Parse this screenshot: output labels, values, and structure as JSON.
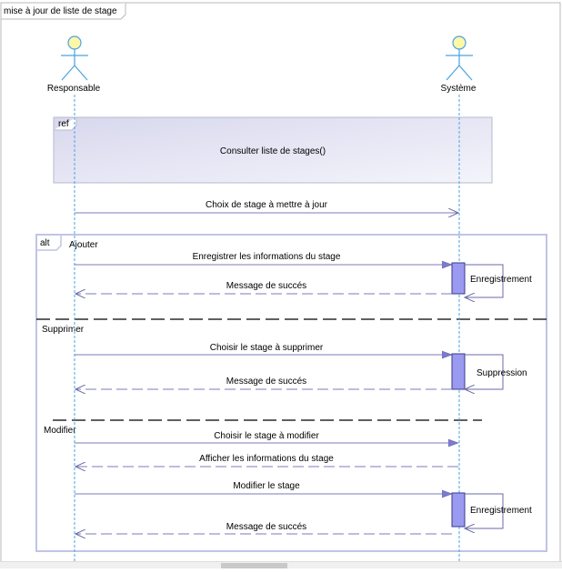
{
  "frame": {
    "title": "mise à jour de liste de stage"
  },
  "actors": {
    "left": "Responsable",
    "right": "Système"
  },
  "ref": {
    "tag": "ref",
    "text": "Consulter liste de stages()"
  },
  "pre_message": "Choix de stage à mettre à jour",
  "alt": {
    "tag": "alt",
    "ajouter": {
      "guard": "Ajouter",
      "call": "Enregistrer les informations du stage",
      "self": "Enregistrement",
      "reply": "Message de succés"
    },
    "supprimer": {
      "guard": "Supprimer",
      "call": "Choisir le stage à supprimer",
      "self": "Suppression",
      "reply": "Message de succés"
    },
    "modifier": {
      "guard": "Modifier",
      "call1": "Choisir le stage à modifier",
      "reply1": "Afficher les informations  du stage",
      "call2": "Modifier le stage",
      "self": "Enregistrement",
      "reply2": "Message de succés"
    }
  },
  "colors": {
    "line": "#7b7bb8",
    "lifeline": "#4aa3df",
    "activation": "#9a9af0",
    "ref_fill": "#e2e2f2",
    "actor_head": "#fff7a8"
  }
}
